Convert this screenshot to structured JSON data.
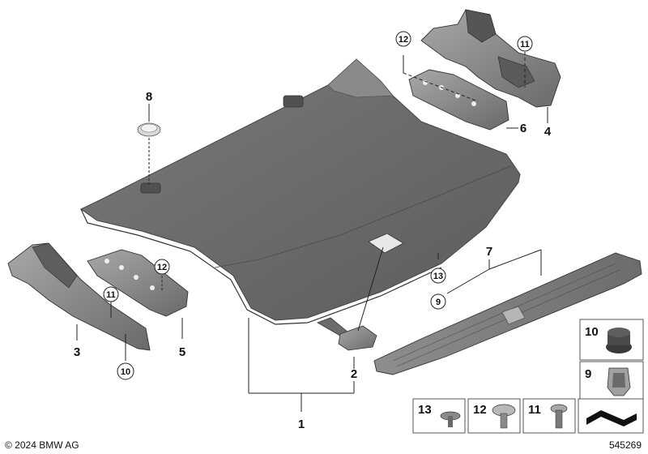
{
  "callouts": {
    "n1": "1",
    "n2": "2",
    "n3": "3",
    "n4": "4",
    "n5": "5",
    "n6": "6",
    "n7": "7",
    "n8": "8",
    "n9": "9",
    "n10": "10",
    "n11": "11",
    "n12": "12",
    "n13": "13"
  },
  "legend": {
    "n10": "10",
    "n9": "9",
    "n13": "13",
    "n12": "12",
    "n11": "11"
  },
  "copyright": "© 2024 BMW AG",
  "diagram_number": "545269"
}
